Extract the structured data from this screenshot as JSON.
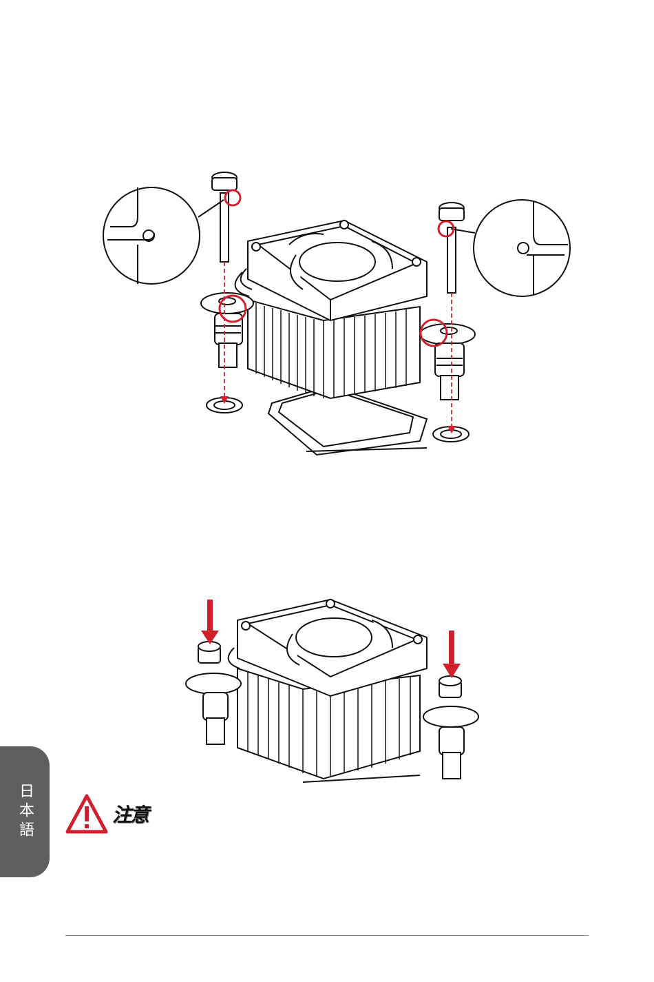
{
  "side_tab": {
    "label": "日本語"
  },
  "caution": {
    "label": "注意",
    "icon": "warning-triangle-icon",
    "accent_color": "#d0202e"
  },
  "figures": [
    {
      "id": "step-insert-push-pins",
      "icon": "cpu-cooler-exploded-illustration"
    },
    {
      "id": "step-press-push-pins",
      "icon": "cpu-cooler-installed-illustration"
    }
  ]
}
